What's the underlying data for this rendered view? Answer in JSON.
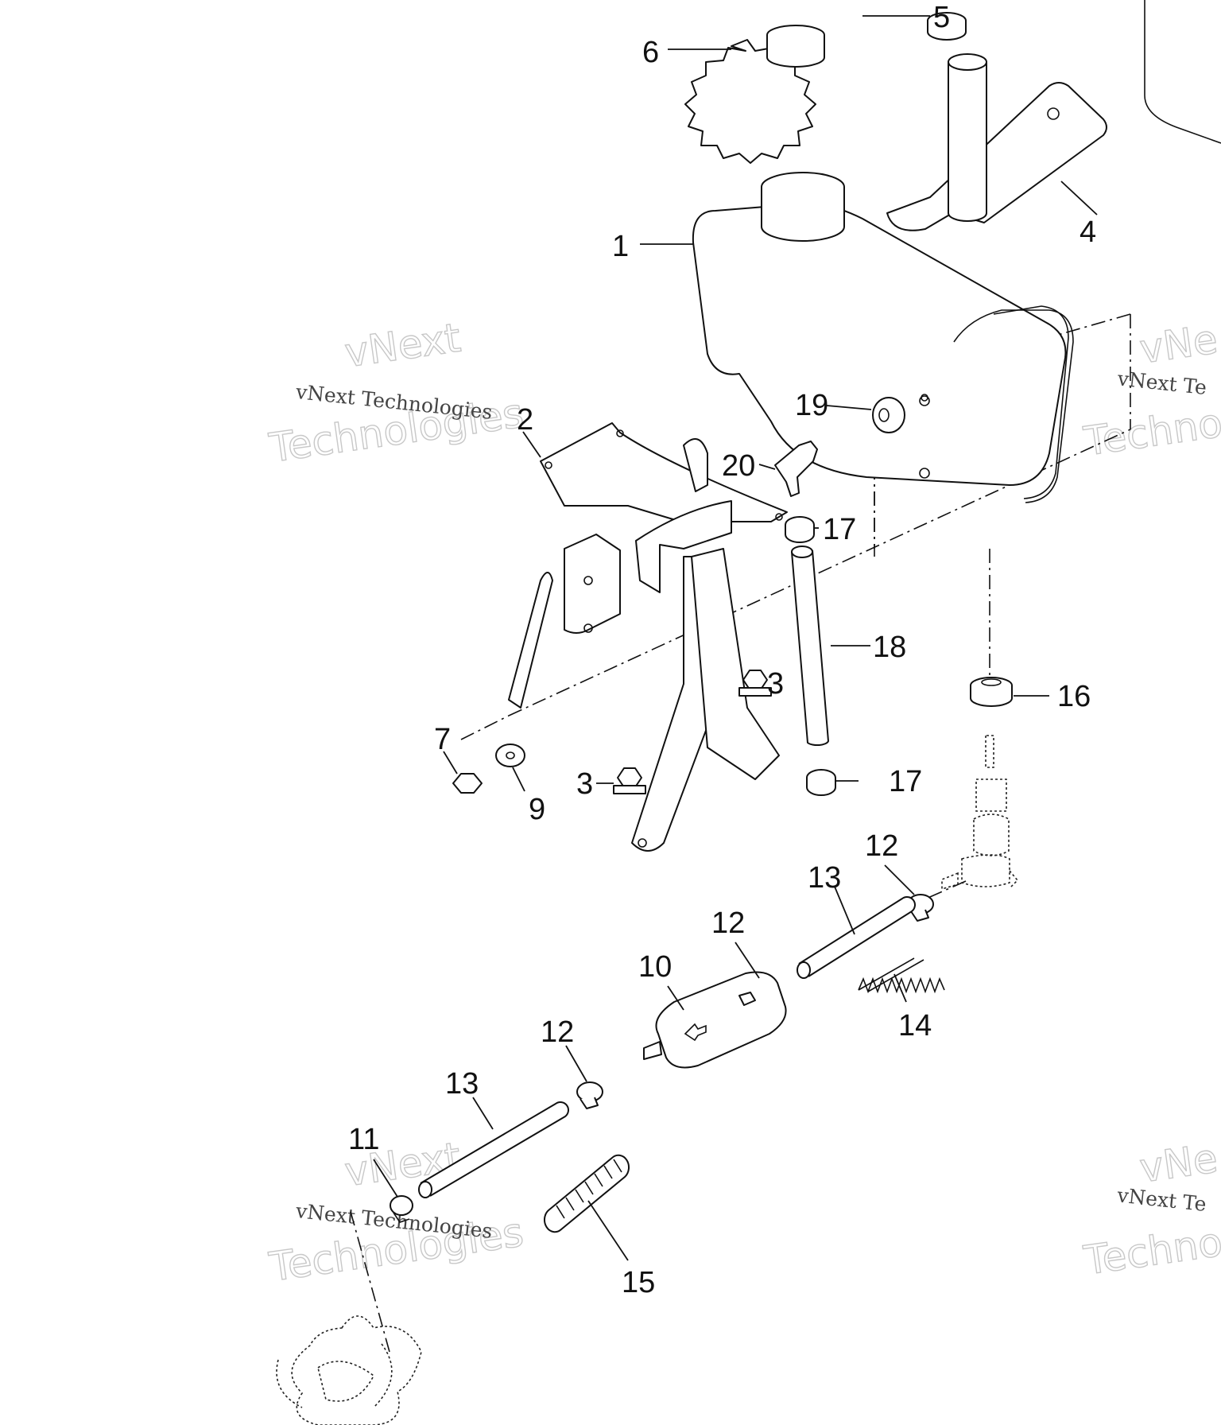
{
  "callouts": [
    {
      "id": "1",
      "text": "1"
    },
    {
      "id": "2",
      "text": "2"
    },
    {
      "id": "3a",
      "text": "3"
    },
    {
      "id": "3b",
      "text": "3"
    },
    {
      "id": "4",
      "text": "4"
    },
    {
      "id": "5",
      "text": "5"
    },
    {
      "id": "6",
      "text": "6"
    },
    {
      "id": "7",
      "text": "7"
    },
    {
      "id": "9",
      "text": "9"
    },
    {
      "id": "10",
      "text": "10"
    },
    {
      "id": "11",
      "text": "11"
    },
    {
      "id": "12a",
      "text": "12"
    },
    {
      "id": "12b",
      "text": "12"
    },
    {
      "id": "12c",
      "text": "12"
    },
    {
      "id": "13a",
      "text": "13"
    },
    {
      "id": "13b",
      "text": "13"
    },
    {
      "id": "14",
      "text": "14"
    },
    {
      "id": "15",
      "text": "15"
    },
    {
      "id": "16",
      "text": "16"
    },
    {
      "id": "17a",
      "text": "17"
    },
    {
      "id": "17b",
      "text": "17"
    },
    {
      "id": "18",
      "text": "18"
    },
    {
      "id": "19",
      "text": "19"
    },
    {
      "id": "20",
      "text": "20"
    }
  ],
  "watermark": {
    "line1": "vNext",
    "line2": "Technologies",
    "small": "vNext Technologies",
    "small_cut": "vNext Te",
    "big_cut_1": "vNe",
    "big_cut_2": "Techno"
  }
}
